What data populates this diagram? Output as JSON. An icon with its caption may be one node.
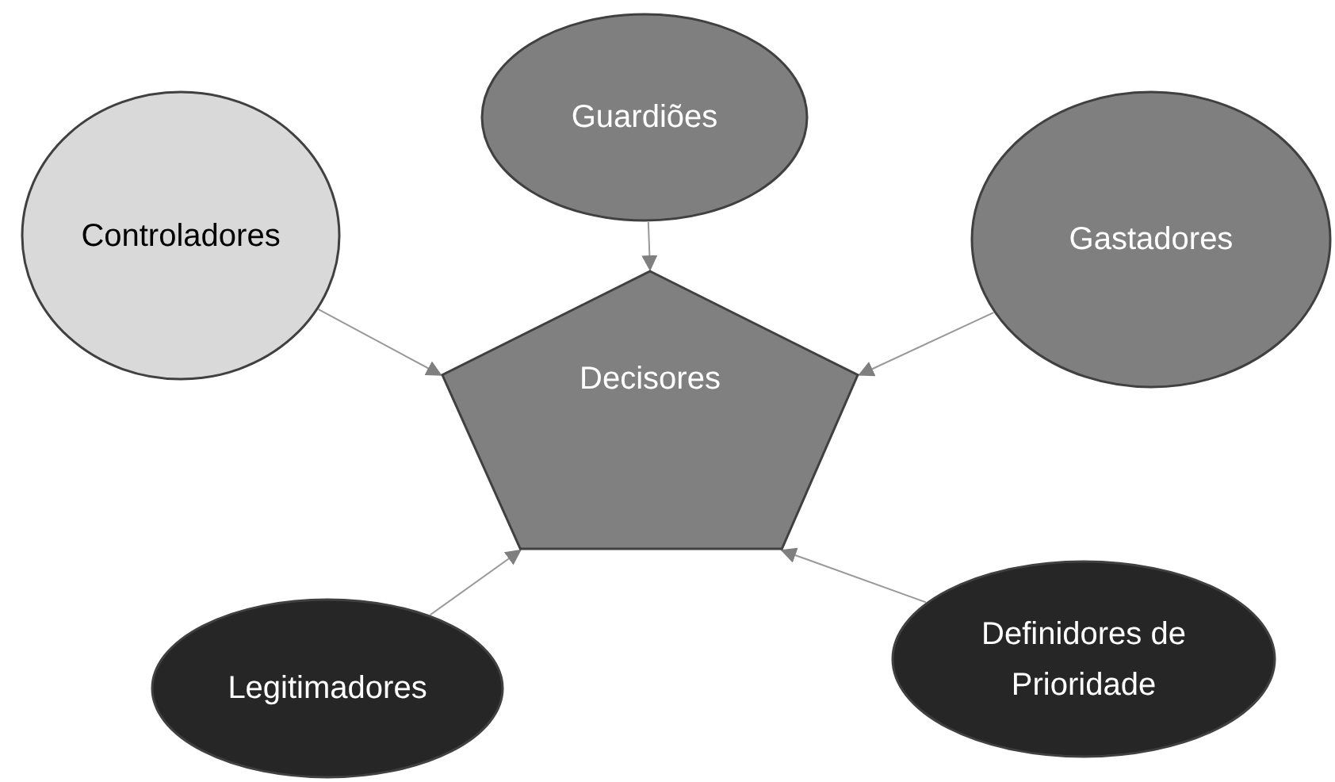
{
  "diagram": {
    "nodes": [
      {
        "text": [
          "Guardiões"
        ]
      },
      {
        "text": [
          "Controladores"
        ]
      },
      {
        "text": [
          "Gastadores"
        ]
      },
      {
        "text": [
          "Decisores"
        ]
      },
      {
        "text": [
          "Legitimadores"
        ]
      },
      {
        "text": [
          "Definidores de Prioridade"
        ]
      }
    ],
    "edges": [
      {
        "from": 0,
        "to": 3,
        "arrow": "to"
      },
      {
        "from": 1,
        "to": 3,
        "arrow": "to"
      },
      {
        "from": 2,
        "to": 3,
        "arrow": "to"
      },
      {
        "from": 4,
        "to": 3,
        "arrow": "to"
      },
      {
        "from": 5,
        "to": 3,
        "arrow": "to"
      }
    ]
  }
}
